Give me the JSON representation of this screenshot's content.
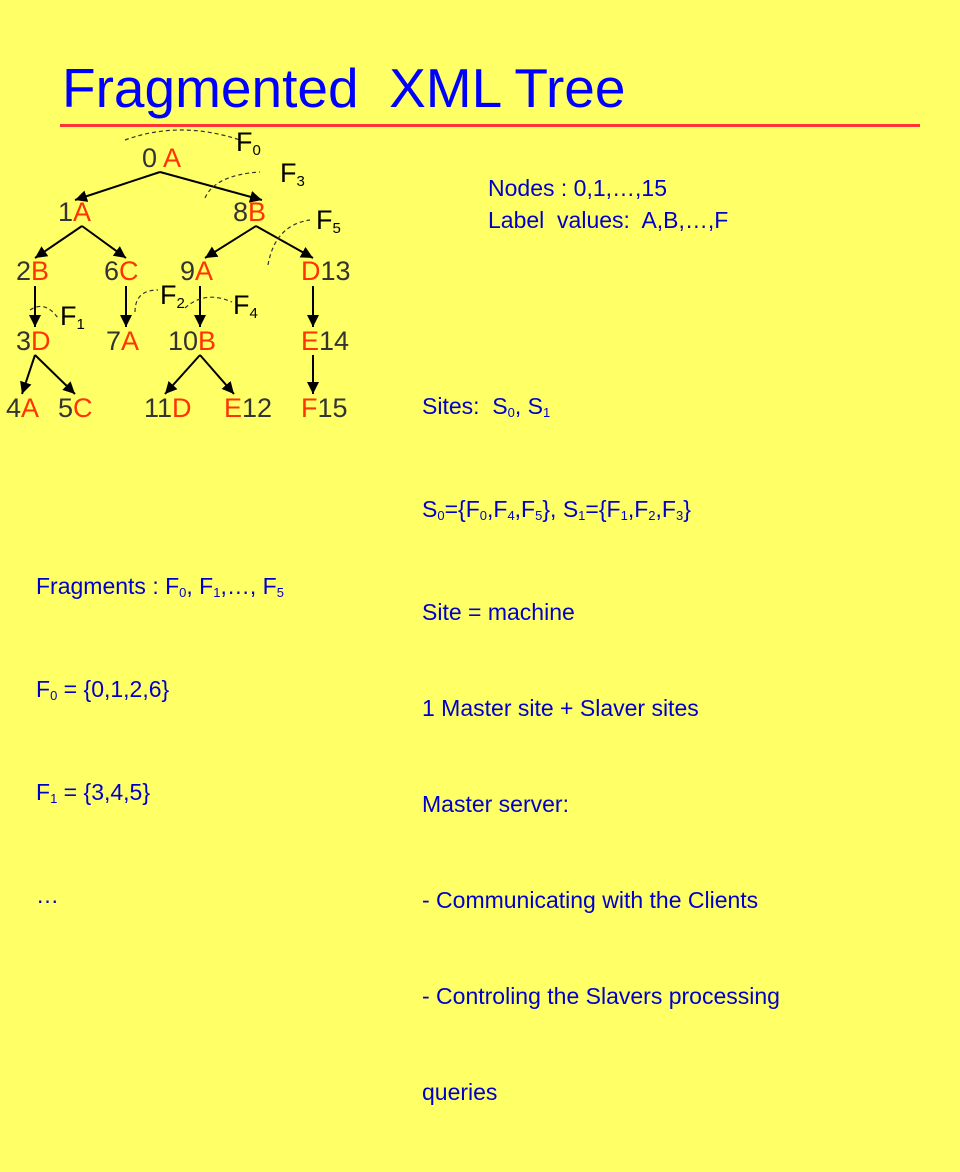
{
  "title": "Fragmented  XML Tree",
  "tree": {
    "nodes": [
      {
        "id": "0",
        "label": "A"
      },
      {
        "id": "1",
        "label": "A"
      },
      {
        "id": "8",
        "label": "B"
      },
      {
        "id": "2",
        "label": "B"
      },
      {
        "id": "6",
        "label": "C"
      },
      {
        "id": "9",
        "label": "A"
      },
      {
        "id": "13",
        "label": "D"
      },
      {
        "id": "3",
        "label": "D"
      },
      {
        "id": "7",
        "label": "A"
      },
      {
        "id": "10",
        "label": "B"
      },
      {
        "id": "14",
        "label": "E"
      },
      {
        "id": "4",
        "label": "A"
      },
      {
        "id": "5",
        "label": "C"
      },
      {
        "id": "11",
        "label": "D"
      },
      {
        "id": "12",
        "label": "E"
      },
      {
        "id": "15",
        "label": "F"
      }
    ],
    "edges": [
      [
        "0",
        "1"
      ],
      [
        "0",
        "8"
      ],
      [
        "1",
        "2"
      ],
      [
        "1",
        "6"
      ],
      [
        "8",
        "9"
      ],
      [
        "8",
        "13"
      ],
      [
        "2",
        "3"
      ],
      [
        "6",
        "7"
      ],
      [
        "9",
        "10"
      ],
      [
        "13",
        "14"
      ],
      [
        "3",
        "4"
      ],
      [
        "3",
        "5"
      ],
      [
        "10",
        "11"
      ],
      [
        "10",
        "12"
      ],
      [
        "14",
        "15"
      ]
    ],
    "fragment_markers": [
      {
        "letter": "F",
        "sub": "0"
      },
      {
        "letter": "F",
        "sub": "3"
      },
      {
        "letter": "F",
        "sub": "5"
      },
      {
        "letter": "F",
        "sub": "2"
      },
      {
        "letter": "F",
        "sub": "4"
      },
      {
        "letter": "F",
        "sub": "1"
      }
    ]
  },
  "info": {
    "nodes_line": "Nodes : 0,1,…,15",
    "labels_line": "Label  values:  A,B,…,F"
  },
  "sites": {
    "sites_prefix": "Sites:  S",
    "sites_s0": "0",
    "sites_sep": ", S",
    "sites_s1": "1",
    "s0_def": {
      "s": "0",
      "f": [
        "0",
        "4",
        "5"
      ]
    },
    "s1_def": {
      "s": "1",
      "f": [
        "1",
        "2",
        "3"
      ]
    },
    "lines": [
      "Site = machine",
      "1 Master site + Slaver sites",
      "Master server:",
      "- Communicating with the Clients",
      "- Controling the Slavers processing",
      "queries"
    ]
  },
  "fragments": {
    "header_prefix": "Fragments : F",
    "header_sub0": "0",
    "header_mid": ", F",
    "header_sub1": "1",
    "header_dots": ",…, F",
    "header_sub5": "5",
    "f0_sub": "0",
    "f0_set": " = {0,1,2,6}",
    "f1_sub": "1",
    "f1_set": " = {3,4,5}",
    "ellipsis": "…"
  },
  "colors": {
    "background": "#FFFF66",
    "title": "#0000FF",
    "rule": "#FF3333",
    "node_number": "#333333",
    "node_label": "#FF3300",
    "body_text": "#0000CC"
  }
}
